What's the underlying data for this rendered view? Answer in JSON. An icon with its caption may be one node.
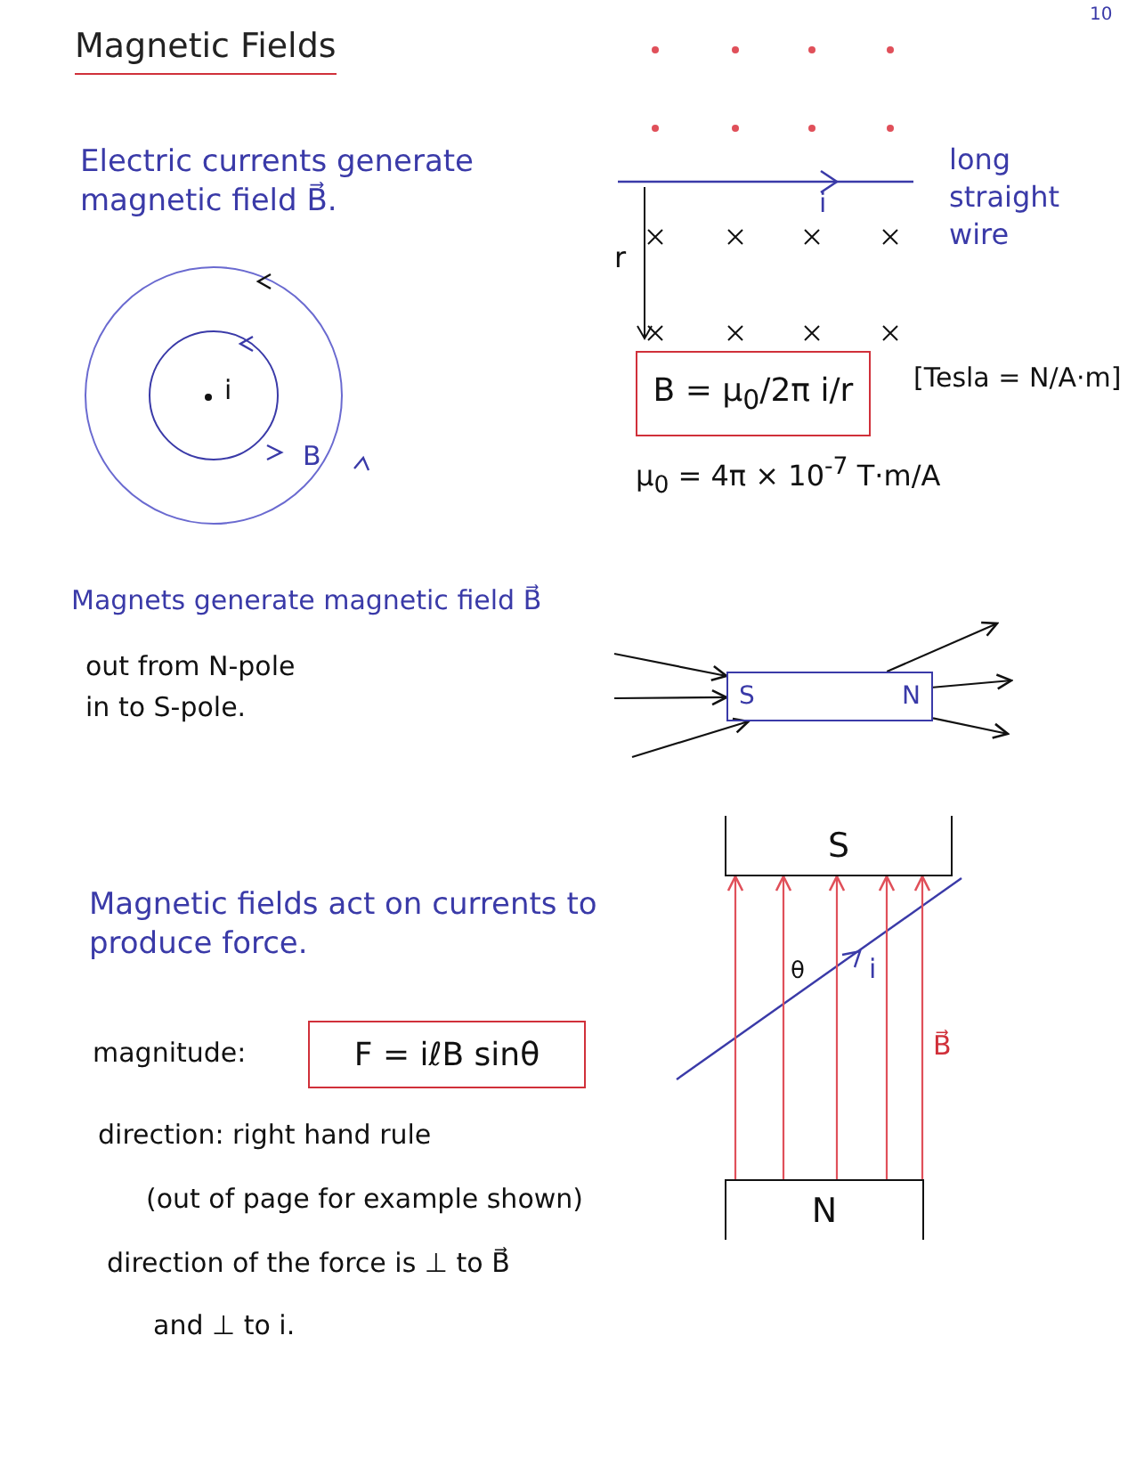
{
  "diagram": {
    "title": "Magnetic Fields",
    "nodes": [
      {
        "text": [
          "B = μ$_{0}$/2π i/r"
        ]
      },
      {
        "text": [
          "S",
          "N"
        ]
      },
      {
        "text": [
          "S"
        ]
      },
      {
        "text": [
          "F = iℓB sinθ"
        ]
      },
      {
        "text": [
          "N"
        ]
      }
    ],
    "edges": [
      {
        "from": null,
        "to": 1,
        "arrow": "to"
      },
      {
        "from": null,
        "to": 1,
        "arrow": "to"
      },
      {
        "from": null,
        "to": 1,
        "arrow": "to"
      },
      {
        "from": 1,
        "to": null,
        "arrow": "to"
      },
      {
        "from": 1,
        "to": null,
        "arrow": "to"
      },
      {
        "from": 1,
        "to": null,
        "arrow": "to"
      },
      {
        "from": 4,
        "to": 2,
        "arrow": "to",
        "color": "#e0505a"
      },
      {
        "from": 4,
        "to": 2,
        "arrow": "to",
        "color": "#e0505a"
      },
      {
        "from": 4,
        "to": 2,
        "arrow": "to",
        "color": "#e0505a"
      },
      {
        "from": 4,
        "to": 2,
        "arrow": "to",
        "color": "#e0505a"
      },
      {
        "from": 4,
        "to": 2,
        "arrow": "to",
        "color": "#e0505a"
      }
    ],
    "labels": [
      "10",
      "Electric currents generate magnetic field B⃗.",
      "i",
      "B",
      "long straight wire",
      "i",
      "r",
      "[Tesla = N/A·m]",
      "μ$_{0}$ = 4π × 10$^{-7}$ T·m/A",
      "Magnets generate magnetic field B⃗",
      "out from N-pole",
      "in to S-pole.",
      "Magnetic fields act on currents to produce force.",
      "magnitude:",
      "direction: right hand rule",
      "(out of page for example shown)",
      "direction of the force is ⊥ to B⃗",
      "and ⊥ to i.",
      "θ",
      "i",
      "B⃗"
    ]
  }
}
